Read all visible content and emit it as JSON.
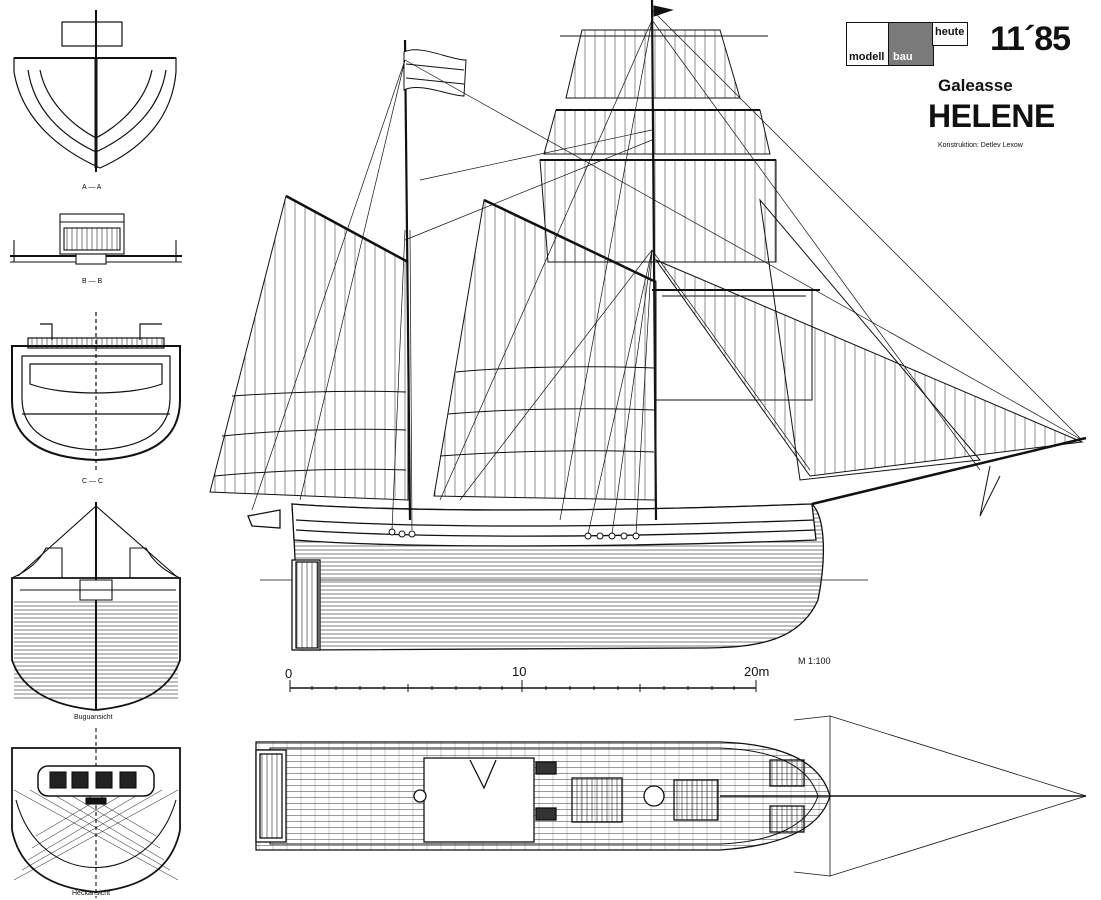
{
  "header": {
    "logo_word_1": "modell",
    "logo_word_2": "bau",
    "logo_word_3": "heute",
    "issue": "11´85",
    "ship_type": "Galeasse",
    "ship_name": "HELENE",
    "credit": "Konstruktion: Detlev Lexow"
  },
  "sections": {
    "a": "A — A",
    "b": "B — B",
    "c": "C — C",
    "bow": "Buguansicht",
    "stern": "Heckansicht"
  },
  "scale": {
    "ratio": "M 1:100",
    "tick_0": "0",
    "tick_10": "10",
    "tick_20": "20m"
  },
  "colors": {
    "ink": "#111111",
    "paper": "#ffffff",
    "logo_grey": "#7a7a7a"
  }
}
